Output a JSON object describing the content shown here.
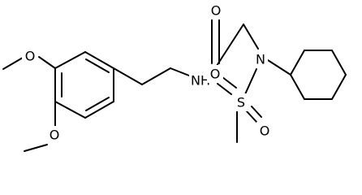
{
  "molecule": {
    "atoms": [
      {
        "id": "o_top_methoxy",
        "label": "O"
      },
      {
        "id": "o_bottom_methoxy",
        "label": "O"
      },
      {
        "id": "n_amide",
        "label": "NH"
      },
      {
        "id": "o_carbonyl",
        "label": "O"
      },
      {
        "id": "n_sulfonamide",
        "label": "N"
      },
      {
        "id": "s_sulfonyl",
        "label": "S"
      },
      {
        "id": "o_sulfonyl_left",
        "label": "O"
      },
      {
        "id": "o_sulfonyl_right",
        "label": "O"
      }
    ]
  }
}
